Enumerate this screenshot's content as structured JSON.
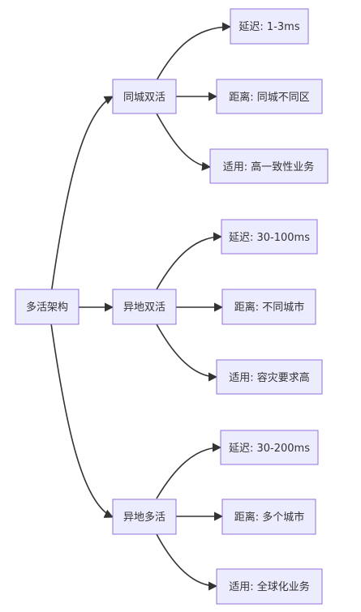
{
  "diagram": {
    "type": "flowchart-lr",
    "root": {
      "label": "多活架构"
    },
    "branches": [
      {
        "label": "同城双活",
        "children": [
          "延迟: 1-3ms",
          "距离: 同城不同区",
          "适用: 高一致性业务"
        ]
      },
      {
        "label": "异地双活",
        "children": [
          "延迟: 30-100ms",
          "距离: 不同城市",
          "适用: 容灾要求高"
        ]
      },
      {
        "label": "异地多活",
        "children": [
          "延迟: 30-200ms",
          "距离: 多个城市",
          "适用: 全球化业务"
        ]
      }
    ]
  },
  "colors": {
    "node_fill": "#ECECFF",
    "node_border": "#9370DB",
    "edge": "#333333",
    "text": "#333333",
    "background": "#FFFFFF"
  }
}
